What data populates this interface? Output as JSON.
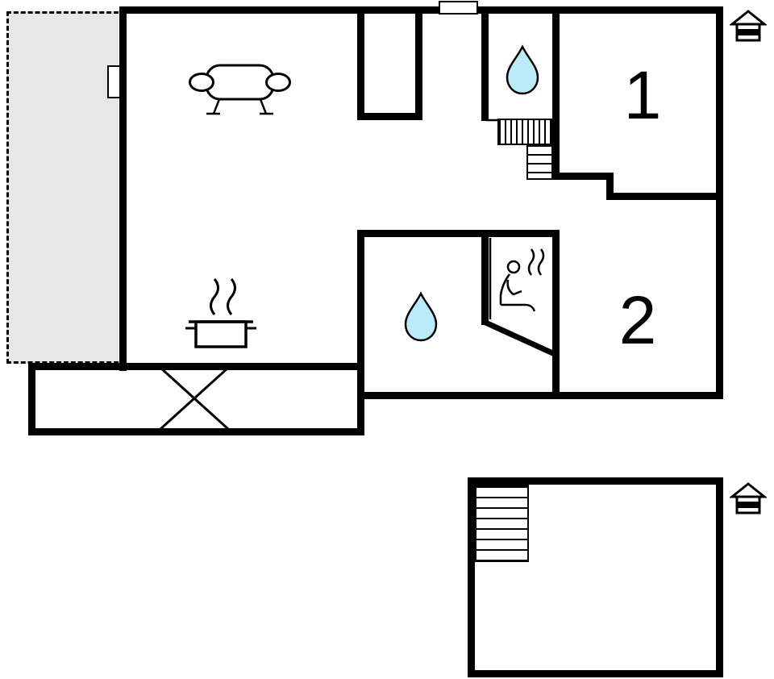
{
  "document": {
    "type": "floor-plan",
    "floors_shown": 2
  },
  "colors": {
    "wall": "#000000",
    "terrace": "#e7e7e7",
    "water": "#b9ecf8",
    "paper": "#ffffff"
  },
  "rooms": {
    "room1_label": "1",
    "room2_label": "2"
  },
  "icons": {
    "sofa": "sofa-icon",
    "stove_pot": "stove-pot-icon",
    "water_drop_bathroom1": "water-drop-icon",
    "water_drop_bathroom2": "water-drop-icon",
    "sauna": "sauna-person-icon",
    "stairs_main": "stairs-icon",
    "stairs_annex": "stairs-icon",
    "deck_cross": "deck-cross-mark",
    "floor_indicator_main": "house-level-icon",
    "floor_indicator_annex": "house-level-icon"
  }
}
